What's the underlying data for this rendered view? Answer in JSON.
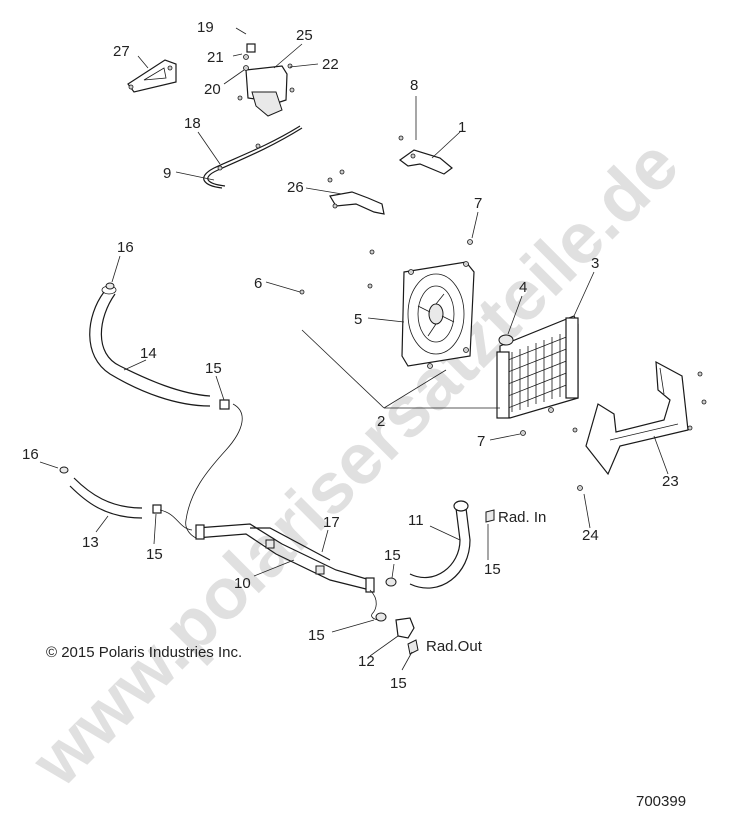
{
  "watermark": "www.polarisersatzteile.de",
  "copyright": "© 2015 Polaris Industries Inc.",
  "document_number": "700399",
  "callouts": {
    "c1": "1",
    "c2": "2",
    "c3": "3",
    "c4": "4",
    "c5": "5",
    "c6": "6",
    "c7a": "7",
    "c7b": "7",
    "c8": "8",
    "c9": "9",
    "c10": "10",
    "c11": "11",
    "c12": "12",
    "c13": "13",
    "c14": "14",
    "c15a": "15",
    "c15b": "15",
    "c15c": "15",
    "c15d": "15",
    "c15e": "15",
    "c15f": "15",
    "c16a": "16",
    "c16b": "16",
    "c17": "17",
    "c18": "18",
    "c19": "19",
    "c20": "20",
    "c21": "21",
    "c22": "22",
    "c23": "23",
    "c24": "24",
    "c25": "25",
    "c26": "26",
    "c27": "27"
  },
  "annotations": {
    "rad_in": "Rad. In",
    "rad_out": "Rad.Out"
  },
  "colors": {
    "line": "#1a1a1a",
    "watermark": "#c8c8c8",
    "background": "#ffffff"
  }
}
